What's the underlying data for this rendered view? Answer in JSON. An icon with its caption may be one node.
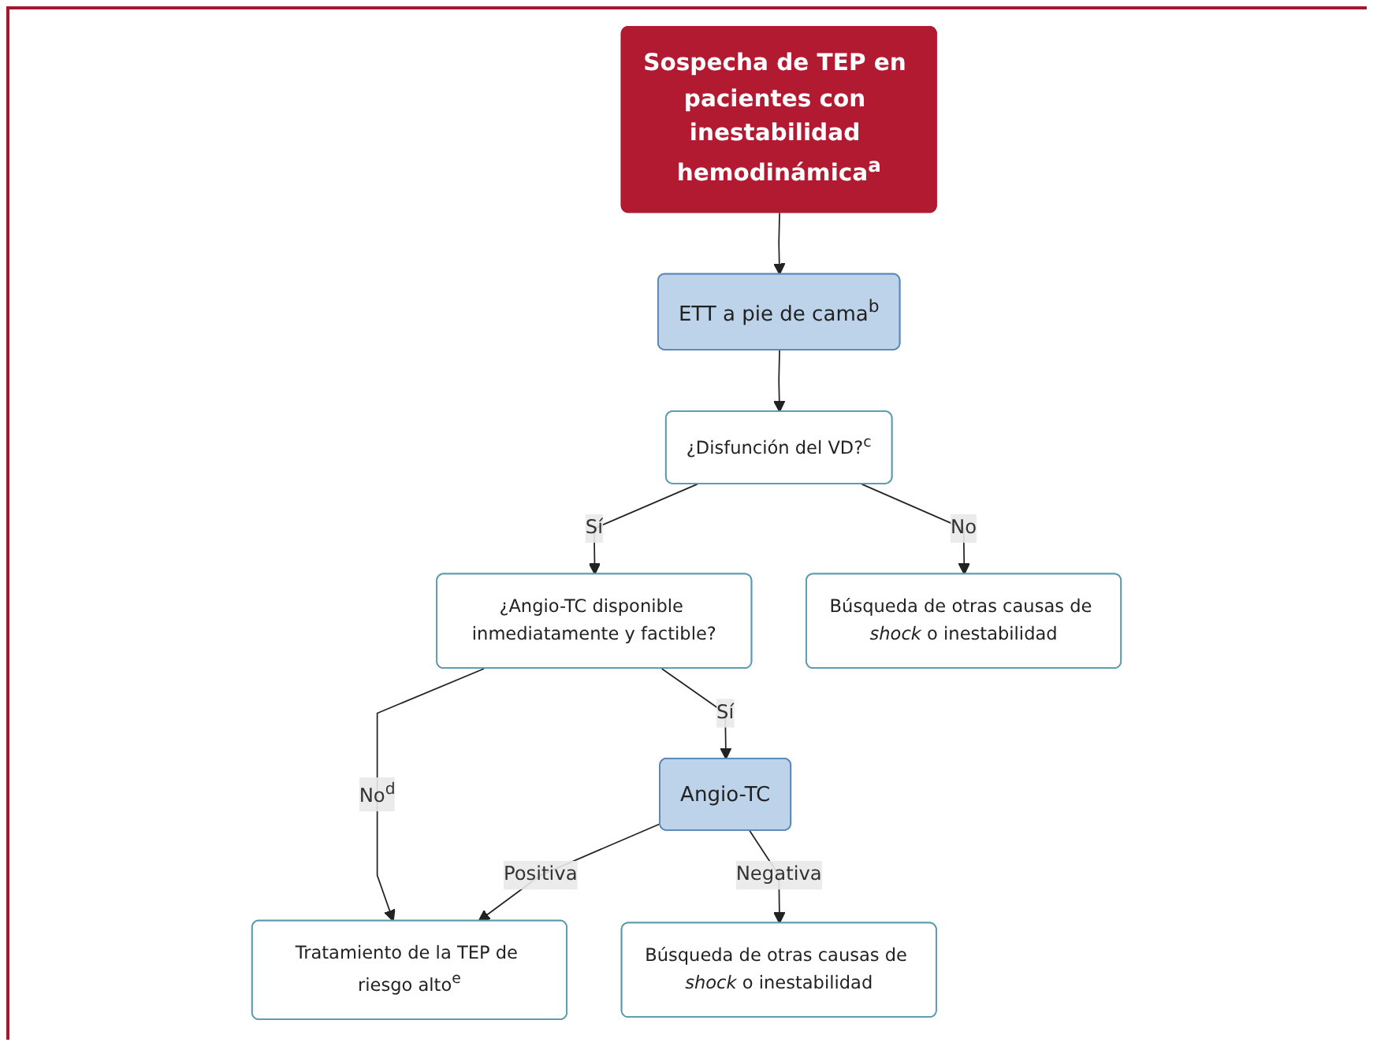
{
  "diagram": {
    "nodes": [
      {
        "text": [
          "Sospecha de TEP en pacientes con inestabilidad hemodinámica$^{a}$"
        ]
      },
      {
        "text": [
          "ETT a pie de cama$^{b}$"
        ]
      },
      {
        "text": [
          "¿Disfunción del VD?$^{c}$"
        ]
      },
      {
        "text": [
          "¿Angio-TC disponible inmediatamente y factible?"
        ]
      },
      {
        "text": [
          "Angio-TC"
        ]
      },
      {
        "text": [
          "Búsqueda de otras causas de *shock* o inestabilidad"
        ]
      },
      {
        "text": [
          "Tratamiento de la TEP de riesgo alto$^{e}$"
        ]
      },
      {
        "text": [
          "Búsqueda de otras causas de *shock* o inestabilidad"
        ]
      }
    ],
    "edges": [
      {
        "from": 0,
        "to": 1,
        "arrow": "to"
      },
      {
        "from": 1,
        "to": 2,
        "arrow": "to"
      },
      {
        "from": 2,
        "to": 5,
        "arrow": "to",
        "label": "No"
      },
      {
        "from": 2,
        "to": 3,
        "arrow": "to",
        "label": "Sí"
      },
      {
        "from": 3,
        "to": 6,
        "arrow": "to",
        "label": "No$^{d}$"
      },
      {
        "from": 3,
        "to": 4,
        "arrow": "to",
        "label": "Sí"
      },
      {
        "from": 4,
        "to": 6,
        "arrow": "to",
        "label": "Positiva"
      },
      {
        "from": 4,
        "to": 7,
        "arrow": "to",
        "label": "Negativa"
      }
    ]
  }
}
